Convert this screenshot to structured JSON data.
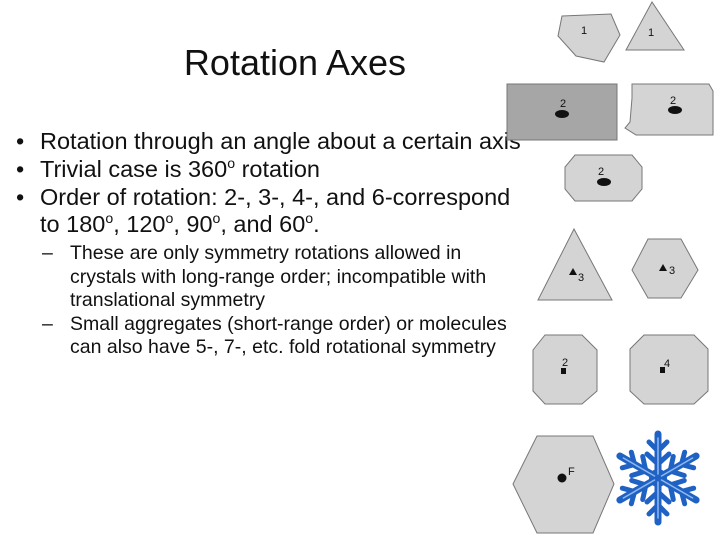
{
  "slide": {
    "title": "Rotation Axes",
    "bullets": [
      {
        "text": "Rotation through an angle about a certain axis"
      },
      {
        "pre": "Trivial case is 360",
        "sup": "o",
        "post": " rotation"
      },
      {
        "text_parts": [
          "Order of rotation: 2-, 3-, 4-, and 6-correspond to 180",
          "o",
          ", 120",
          "o",
          ", 90",
          "o",
          ", and 60",
          "o",
          "."
        ]
      }
    ],
    "sub_bullets": [
      {
        "dash": "–",
        "text": "These are only symmetry rotations allowed in crystals with long-range order; incompatible with translational symmetry"
      },
      {
        "dash": "–",
        "text": "Small aggregates (short-range order) or molecules can also have 5-, 7-, etc. fold rotational symmetry"
      }
    ]
  },
  "figure": {
    "labels": [
      "1",
      "1",
      "2",
      "2",
      "2",
      "3",
      "3",
      "2",
      "4",
      "F"
    ],
    "colors": {
      "shape_fill": "#d4d4d4",
      "shape_stroke": "#777777",
      "dark_fill": "#a6a6a6",
      "snowflake": "#1f62c4"
    },
    "icons": [
      "polygon-1-fold",
      "triangle-1-fold",
      "rectangle-2-fold",
      "notched-rectangle-2-fold",
      "octagon-2-fold",
      "triangle-3-fold",
      "hexagon-3-fold",
      "octagon-2-fold-square",
      "octagon-4-fold",
      "hexagon-6-fold",
      "snowflake-icon"
    ]
  }
}
